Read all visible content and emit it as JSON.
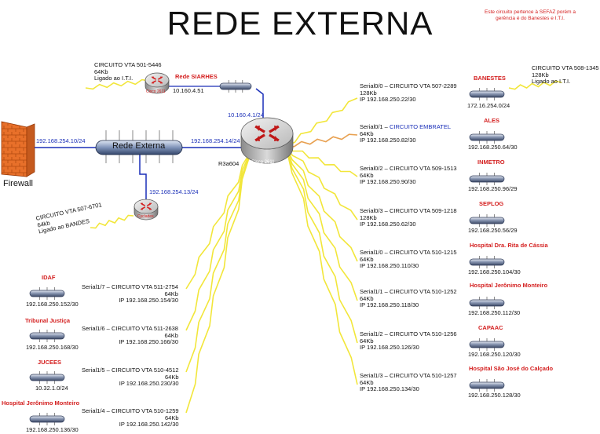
{
  "title": "REDE EXTERNA",
  "note": "Este circuito pertence à SEFAZ porém a gerência é do Banestes e I.T.I.",
  "firewall": "Firewall",
  "rede_externa": "Rede Externa",
  "router_main": {
    "name": "Cisco 2611",
    "host": "R3a604"
  },
  "siarhes": {
    "label": "Rede SIARHES",
    "router": "Cisco 2611",
    "ip": "10.160.4.51",
    "circuit": "CIRCUITO VTA 501-5446",
    "speed": "64Kb",
    "link": "Ligado ao I.T.I."
  },
  "cyclades": {
    "router": "Cyclades",
    "circuit": "CIRCUITO VTA 507-6701",
    "speed": "64kb",
    "link": "Ligado ao BANDES"
  },
  "ips": {
    "fw": "192.168.254.10/24",
    "main": "192.168.254.14/24",
    "siarhes_hub": "10.160.4.1/24",
    "cyc": "192.168.254.13/24"
  },
  "banestes": {
    "name": "BANESTES",
    "ip": "172.16.254.0/24",
    "circuit": "CIRCUITO VTA 508-1345",
    "speed": "128Kb",
    "link": "Ligado ao I.T.I."
  },
  "right_serials": [
    {
      "serial": "Serial0/0 – CIRCUITO VTA 507-2289",
      "speed": "128Kb",
      "ip": "IP 192.168.250.22/30"
    },
    {
      "serial": "Serial0/1 – ",
      "circuit": "CIRCUITO EMBRATEL",
      "speed": "64Kb",
      "ip": "IP 192.168.250.82/30"
    },
    {
      "serial": "Serial0/2 – CIRCUITO VTA 509-1513",
      "speed": "64Kb",
      "ip": "IP 192.168.250.90/30"
    },
    {
      "serial": "Serial0/3 – CIRCUITO VTA 509-1218",
      "speed": "128Kb",
      "ip": "IP 192.168.250.62/30"
    },
    {
      "serial": "Serial1/0 – CIRCUITO VTA 510-1215",
      "speed": "64Kb",
      "ip": "IP 192.168.250.110/30"
    },
    {
      "serial": "Serial1/1 – CIRCUITO VTA 510-1252",
      "speed": "64Kb",
      "ip": "IP 192.168.250.118/30"
    },
    {
      "serial": "Serial1/2 – CIRCUITO VTA 510-1256",
      "speed": "64Kb",
      "ip": "IP 192.168.250.126/30"
    },
    {
      "serial": "Serial1/3 – CIRCUITO VTA 510-1257",
      "speed": "64Kb",
      "ip": "IP 192.168.250.134/30"
    }
  ],
  "right_sites": [
    {
      "name": "ALES",
      "ip": "192.168.250.64/30"
    },
    {
      "name": "INMETRO",
      "ip": "192.168.250.96/29"
    },
    {
      "name": "SEPLOG",
      "ip": "192.168.250.56/29"
    },
    {
      "name": "Hospital Dra. Rita de Cássia",
      "ip": "192.168.250.104/30"
    },
    {
      "name": "Hospital Jerônimo Monteiro",
      "ip": "192.168.250.112/30"
    },
    {
      "name": "CAPAAC",
      "ip": "192.168.250.120/30"
    },
    {
      "name": "Hospital São José do Calçado",
      "ip": "192.168.250.128/30"
    }
  ],
  "left_serials": [
    {
      "serial": "Serial1/7 – CIRCUITO VTA 511-2754",
      "speed": "64Kb",
      "ip": "IP 192.168.250.154/30"
    },
    {
      "serial": "Serial1/6 – CIRCUITO VTA 511-2638",
      "speed": "64Kb",
      "ip": "IP 192.168.250.166/30"
    },
    {
      "serial": "Serial1/5 – CIRCUITO VTA 510-4512",
      "speed": "64Kb",
      "ip": "IP 192.168.250.230/30"
    },
    {
      "serial": "Serial1/4 – CIRCUITO VTA 510-1259",
      "speed": "64Kb",
      "ip": "IP 192.168.250.142/30"
    }
  ],
  "left_sites": [
    {
      "name": "IDAF",
      "ip": "192.168.250.152/30"
    },
    {
      "name": "Tribunal Justiça",
      "ip": "192.168.250.168/30"
    },
    {
      "name": "JUCEES",
      "ip": "10.32.1.0/24"
    },
    {
      "name": "Hospital Jerônimo Monteiro",
      "ip": "192.168.250.136/30"
    }
  ]
}
